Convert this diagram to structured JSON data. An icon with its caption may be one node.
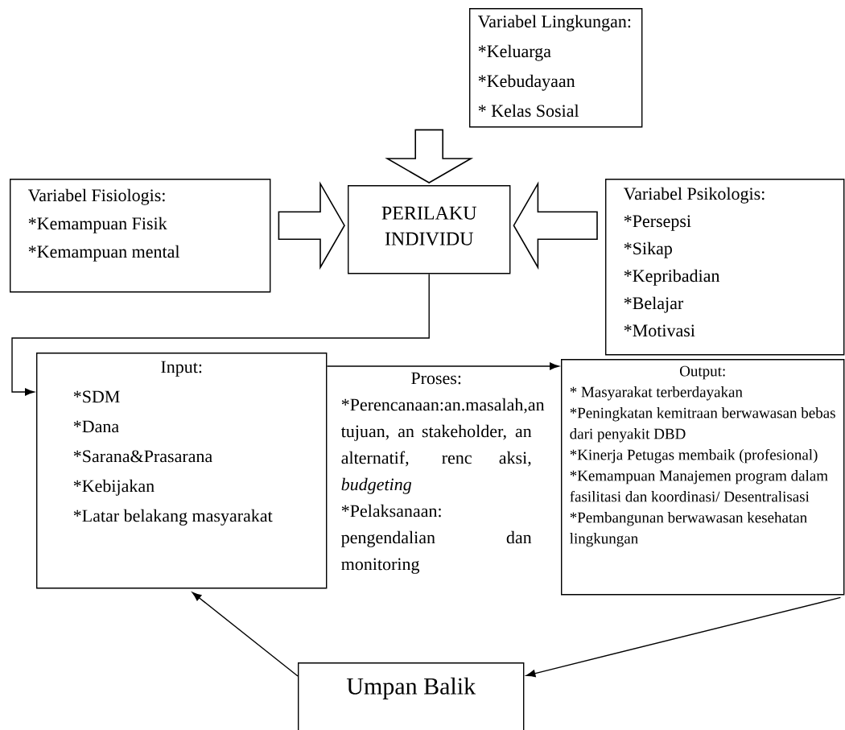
{
  "diagram": {
    "nodes": [
      {
        "text": [
          "Variabel Lingkungan:",
          "*Keluarga",
          "*Kebudayaan",
          "* Kelas Sosial"
        ]
      },
      {
        "text": [
          "Variabel Fisiologis:",
          "*Kemampuan Fisik",
          "*Kemampuan mental"
        ]
      },
      {
        "text": [
          "PERILAKU INDIVIDU"
        ]
      },
      {
        "text": [
          "Variabel Psikologis:",
          "*Persepsi",
          "*Sikap",
          "*Kepribadian",
          "*Belajar",
          "*Motivasi"
        ]
      },
      {
        "text": [
          "Input:",
          "*SDM",
          "*Dana",
          "*Sarana&Prasarana",
          "*Kebijakan",
          "*Latar belakang masyarakat"
        ]
      },
      {
        "text": [
          "Output:",
          "* Masyarakat terberdayakan",
          "*Peningkatan kemitraan berwawasan bebas dari penyakit DBD",
          "*Kinerja Petugas membaik (profesional)",
          "*Kemampuan Manajemen program dalam fasilitasi dan koordinasi/ Desentralisasi",
          "*Pembangunan berwawasan kesehatan lingkungan"
        ]
      },
      {
        "text": [
          "Umpan Balik"
        ]
      }
    ],
    "edges": [
      {
        "from": 0,
        "to": 2,
        "arrow": "to",
        "style": "thick"
      },
      {
        "from": 1,
        "to": 2,
        "arrow": "to",
        "style": "thick"
      },
      {
        "from": 3,
        "to": 2,
        "arrow": "to",
        "style": "thick"
      },
      {
        "from": 2,
        "to": 4,
        "arrow": "to"
      },
      {
        "from": 4,
        "to": 5,
        "arrow": "to"
      },
      {
        "from": 6,
        "to": 4,
        "arrow": "to"
      },
      {
        "from": 5,
        "to": 6,
        "arrow": "to"
      }
    ],
    "labels": [
      "Proses:",
      "*Perencanaan:an.masalah,an tujuan, an stakeholder, an alternatif, renc aksi, *budgeting*",
      "*Pelaksanaan: pengendalian dan monitoring"
    ]
  }
}
